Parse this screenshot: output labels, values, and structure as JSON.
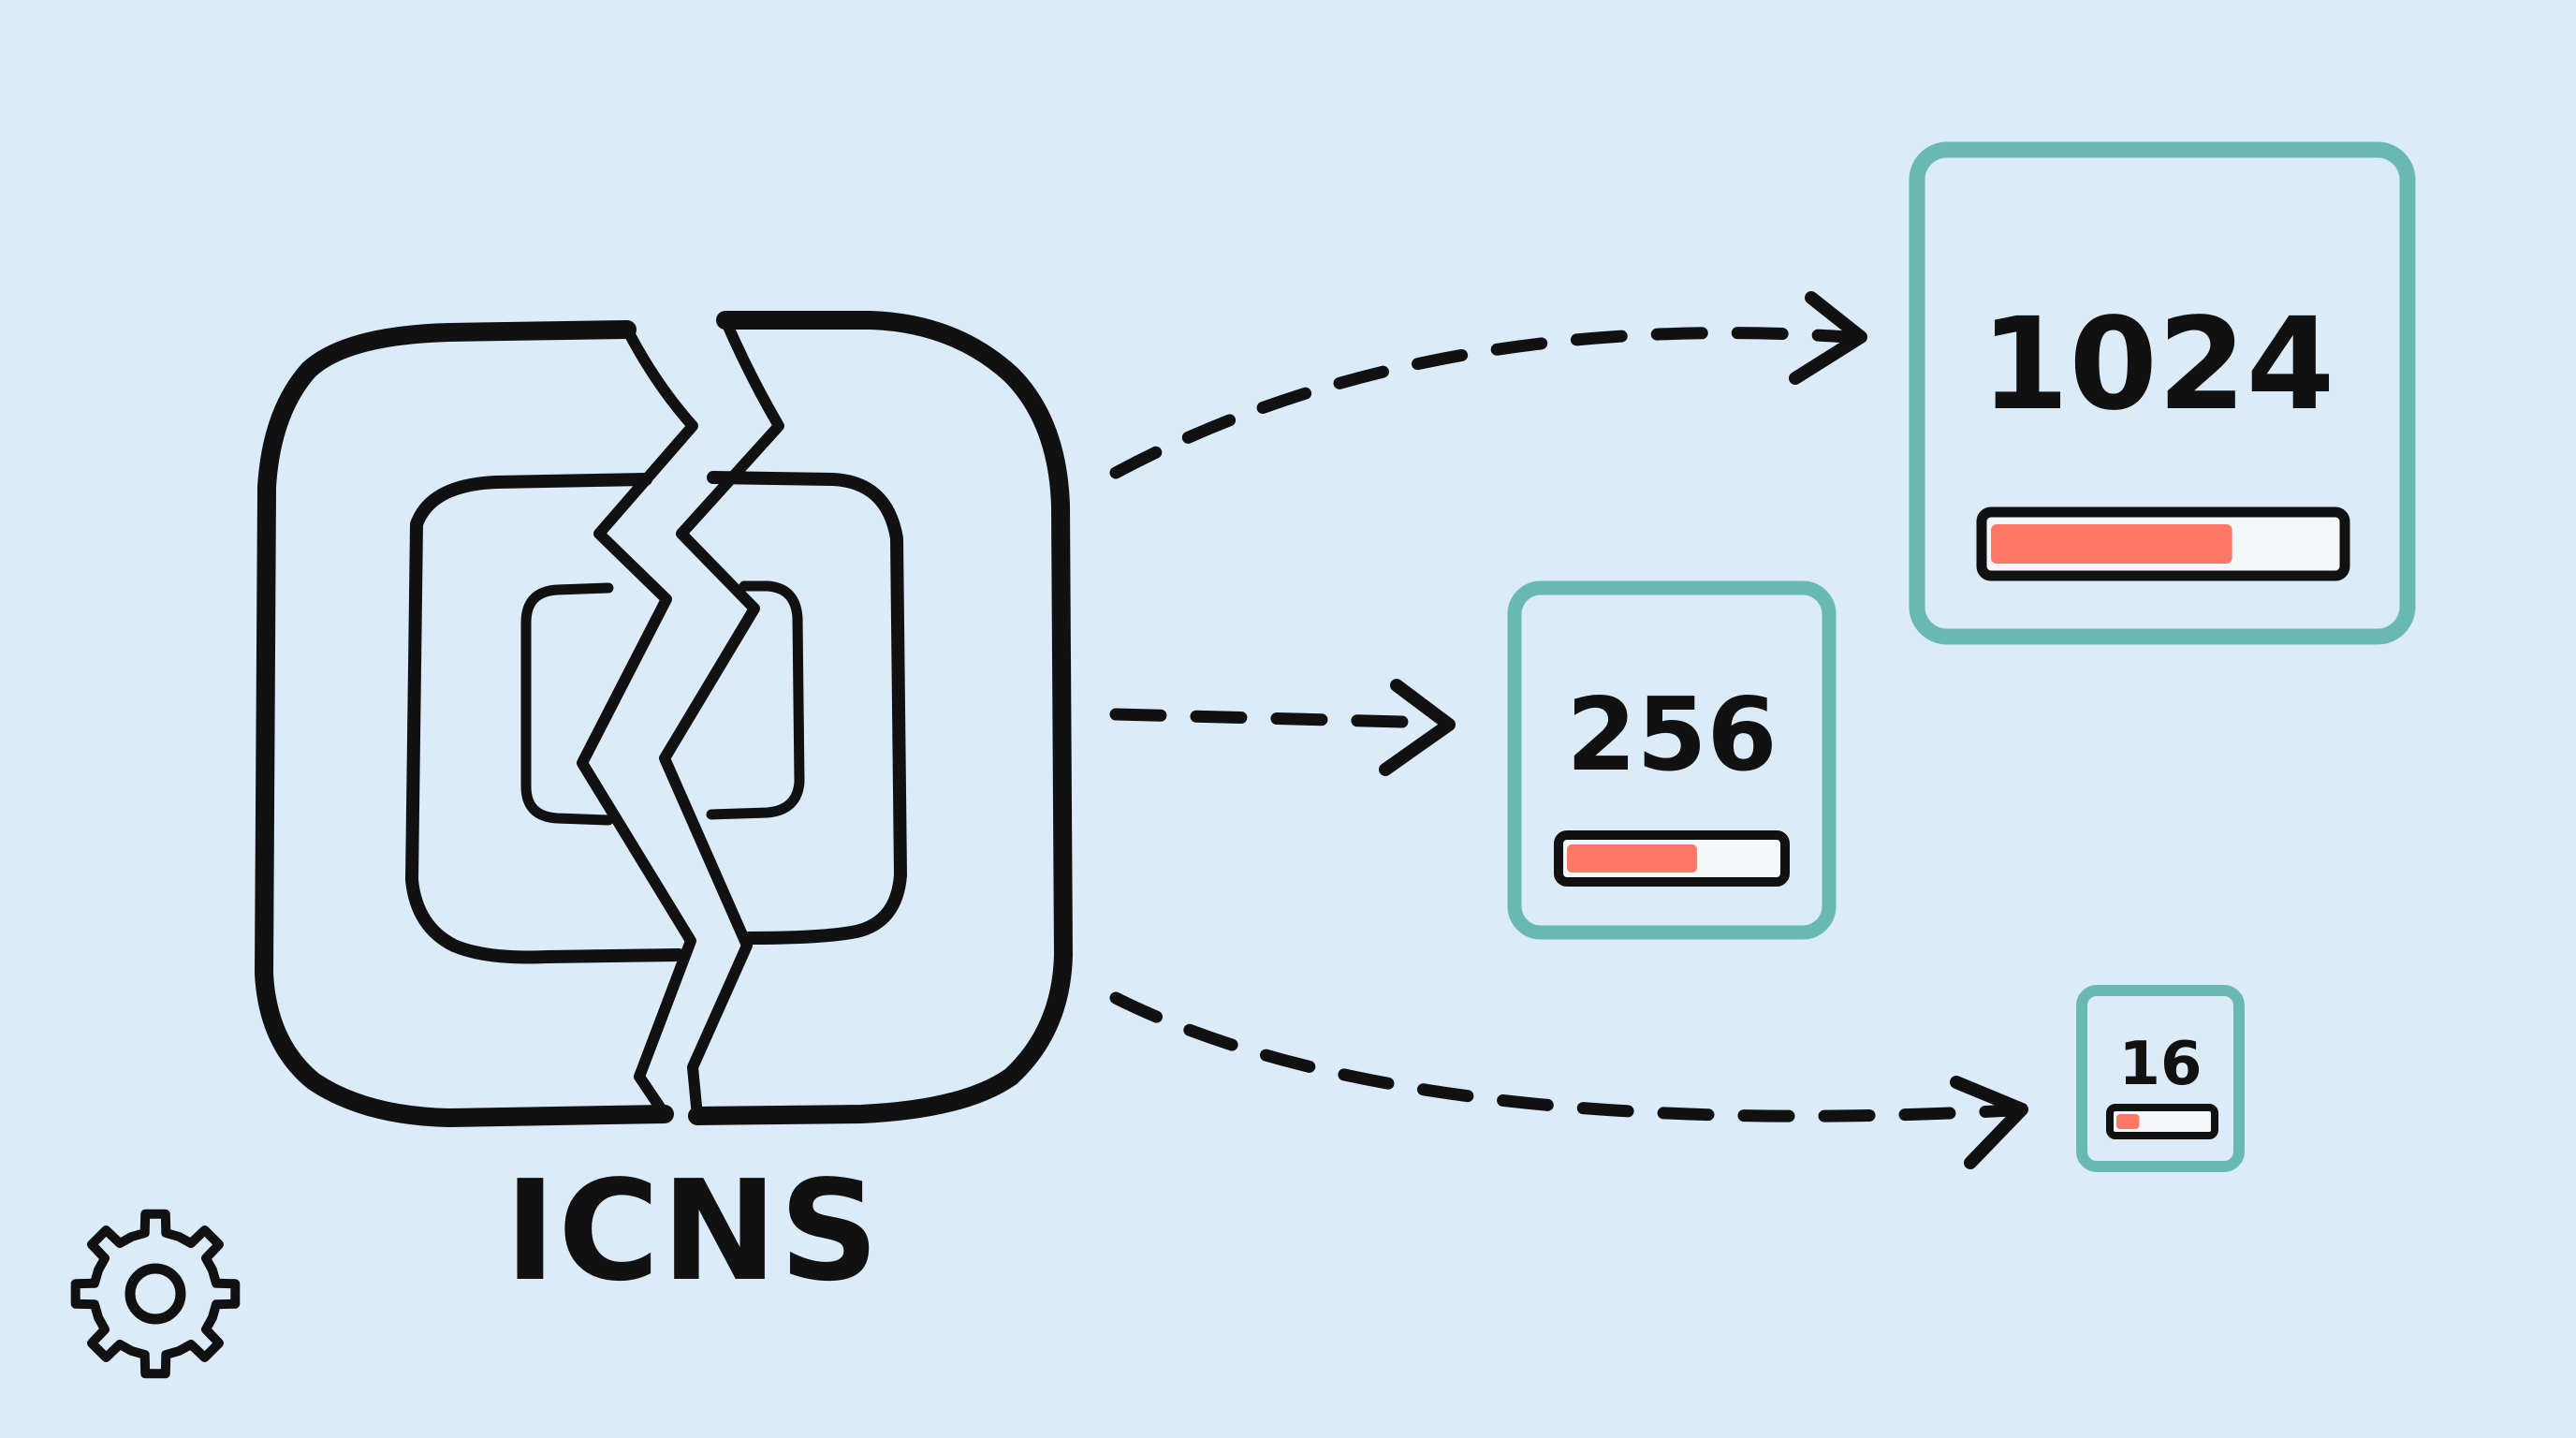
{
  "diagram": {
    "source_label": "ICNS",
    "outputs": [
      {
        "label": "1024",
        "fill_fraction": 0.7
      },
      {
        "label": "256",
        "fill_fraction": 0.62
      },
      {
        "label": "16",
        "fill_fraction": 0.25
      }
    ]
  },
  "colors": {
    "background": "#dbebfa",
    "stroke": "#111111",
    "tile_border": "#68b8b3",
    "tile_fill": "#dcebf8",
    "bar_fill": "#ff7766"
  },
  "icons": {
    "source": "cracked-icns-file-icon",
    "settings": "gear-icon"
  }
}
